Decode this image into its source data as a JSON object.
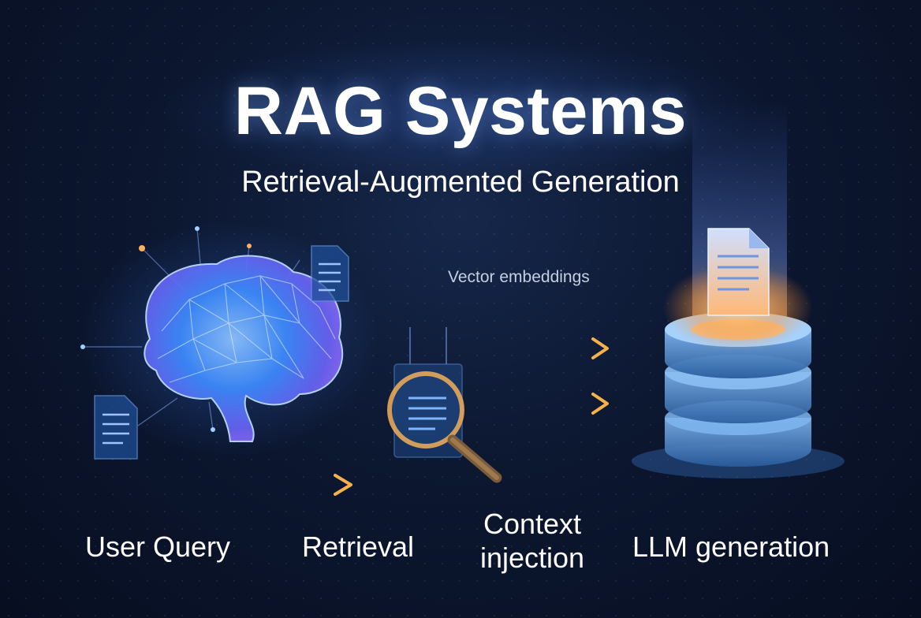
{
  "header": {
    "title": "RAG Systems",
    "subtitle": "Retrieval-Augmented Generation"
  },
  "annotations": {
    "vector_caption": "Vector embeddings"
  },
  "stages": [
    {
      "label": "User Query",
      "icon": "brain-icon"
    },
    {
      "label": "Retrieval",
      "icon": "magnifier-icon"
    },
    {
      "label": "Context injection",
      "icon": "arrow-icon"
    },
    {
      "label": "LLM generation",
      "icon": "database-icon"
    }
  ],
  "colors": {
    "background": "#0c1730",
    "brain_blue": "#3d8bff",
    "brain_purple": "#9a6bff",
    "arrow_orange": "#f6b24a",
    "document_blue": "#2f6fd6",
    "database_blue": "#5fa3e8"
  }
}
